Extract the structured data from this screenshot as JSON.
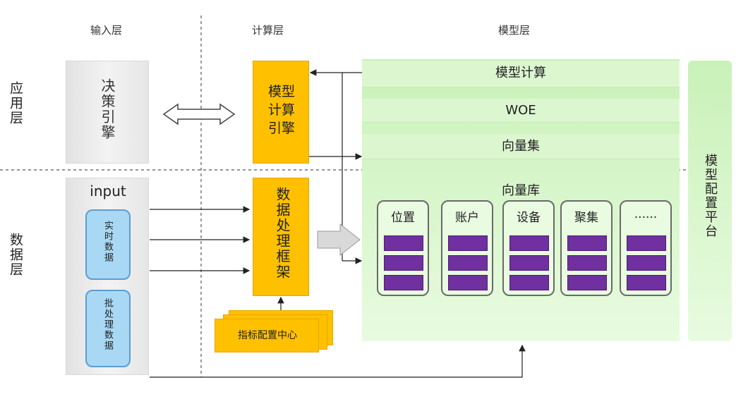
{
  "columns": {
    "input": "输入层",
    "compute": "计算层",
    "model": "模型层"
  },
  "rows": {
    "application": "应用层",
    "data": "数据层"
  },
  "decision_engine": "决策引擎",
  "model_compute_engine": "模型计算引擎",
  "data_framework": "数据处理框架",
  "metric_config": "指标配置中心",
  "input_panel": {
    "title": "input",
    "realtime": "实时数据",
    "batch": "批处理数据"
  },
  "model_layer": {
    "model_compute": "模型计算",
    "woe": "WOE",
    "vector_set": "向量集",
    "vector_store": "向量库",
    "stores": [
      "位置",
      "账户",
      "设备",
      "聚集",
      "......"
    ]
  },
  "config_platform": "模型配置平台",
  "colors": {
    "yellow": "#ffc000",
    "green": "#dcf7d0",
    "purple": "#7030a0",
    "blue": "#a9d8f5",
    "gray": "#e6e6e6"
  }
}
